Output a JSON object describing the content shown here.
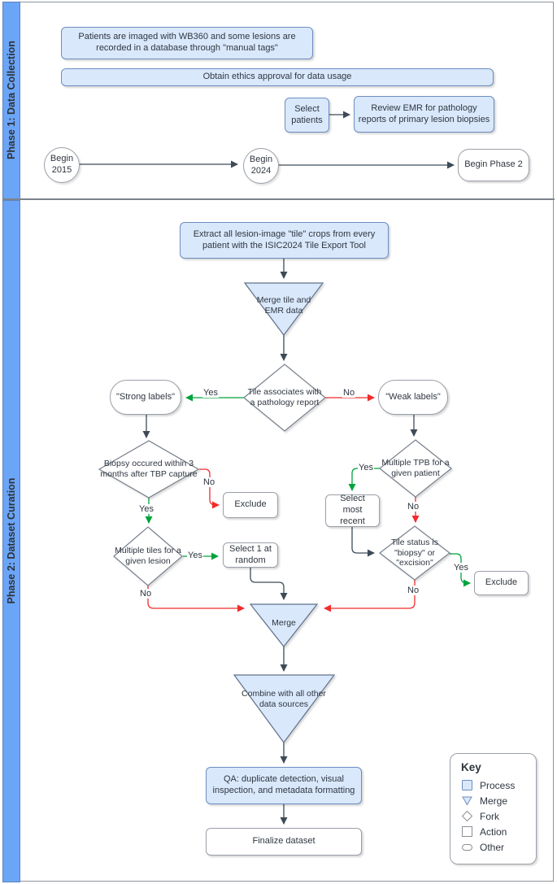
{
  "colors": {
    "sidebar-blue": "#6ba5f7",
    "blue-fill": "#dae8fc",
    "blue-border": "#6c8ebf",
    "arrow-dark": "#3f4a58",
    "arrow-green": "#00a33c",
    "arrow-red": "#f22b2b",
    "shape-gray": "#78808c",
    "text-dark": "#2f3640"
  },
  "phase1": {
    "label": "Phase 1: Data Collection",
    "nodes": {
      "manual_tags": "Patients are imaged with WB360 and some lesions are recorded in a database through \"manual tags\"",
      "ethics": "Obtain ethics approval for data usage",
      "select_patients": "Select patients",
      "review_emr": "Review EMR for pathology reports of primary lesion biopsies",
      "begin_2015": "Begin 2015",
      "begin_2024": "Begin 2024",
      "begin_phase_2": "Begin Phase 2"
    }
  },
  "phase2": {
    "label": "Phase 2: Dataset Curation",
    "nodes": {
      "extract": "Extract all lesion-image \"tile\" crops from every patient with the ISIC2024 Tile Export Tool",
      "merge_tile_emr": "Merge tile and EMR data",
      "tile_assoc": "Tile associates with a pathology report",
      "strong_labels": "\"Strong labels\"",
      "weak_labels": "\"Weak labels\"",
      "biopsy_3mo": "Biopsy occured within 3 months after TBP capture",
      "exclude_left": "Exclude",
      "multiple_tpb": "Multiple TPB for a given patient",
      "select_recent": "Select most recent",
      "multiple_tiles": "Multiple tiles for a given lesion",
      "select_random": "Select 1 at random",
      "tile_status": "Tile status is \"biopsy\" or \"excision\"",
      "exclude_right": "Exclude",
      "merge": "Merge",
      "combine": "Combine with all other data sources",
      "qa": "QA: duplicate detection, visual inspection, and metadata formatting",
      "finalize": "Finalize dataset"
    }
  },
  "labels": {
    "yes": "Yes",
    "no": "No"
  },
  "key": {
    "title": "Key",
    "items": [
      {
        "icon": "process-square-icon",
        "label": "Process"
      },
      {
        "icon": "merge-triangle-icon",
        "label": "Merge"
      },
      {
        "icon": "fork-diamond-icon",
        "label": "Fork"
      },
      {
        "icon": "action-square-icon",
        "label": "Action"
      },
      {
        "icon": "other-pill-icon",
        "label": "Other"
      }
    ]
  }
}
